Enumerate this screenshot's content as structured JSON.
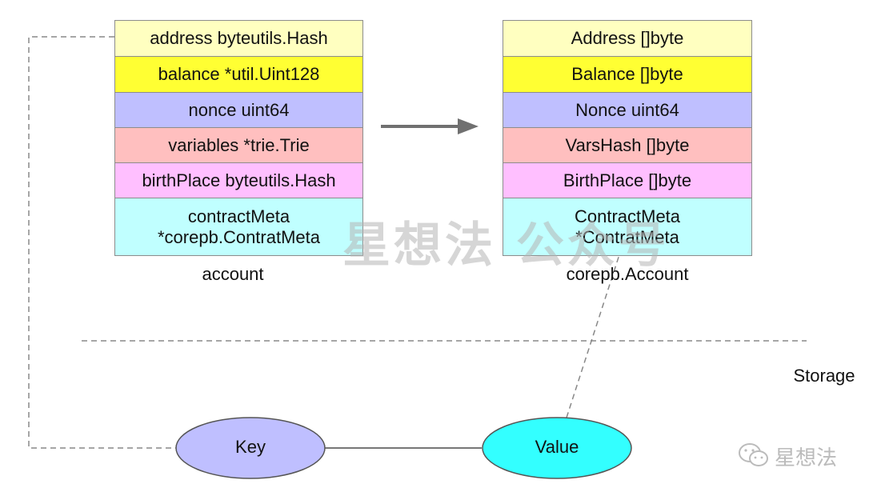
{
  "account_struct": {
    "caption": "account",
    "fields": [
      {
        "label": "address byteutils.Hash",
        "color": "#ffffc0"
      },
      {
        "label": "balance *util.Uint128",
        "color": "#ffff33"
      },
      {
        "label": "nonce uint64",
        "color": "#bfbfff"
      },
      {
        "label": "variables *trie.Trie",
        "color": "#ffbfbf"
      },
      {
        "label": "birthPlace byteutils.Hash",
        "color": "#ffbfff"
      },
      {
        "label": "contractMeta\n*corepb.ContratMeta",
        "color": "#c0ffff"
      }
    ]
  },
  "corepb_struct": {
    "caption": "corepb.Account",
    "fields": [
      {
        "label": "Address []byte",
        "color": "#ffffc0"
      },
      {
        "label": "Balance []byte",
        "color": "#ffff33"
      },
      {
        "label": "Nonce uint64",
        "color": "#bfbfff"
      },
      {
        "label": "VarsHash []byte",
        "color": "#ffbfbf"
      },
      {
        "label": "BirthPlace []byte",
        "color": "#ffbfff"
      },
      {
        "label": "ContractMeta\n*ContratMeta",
        "color": "#c0ffff"
      }
    ]
  },
  "storage_label": "Storage",
  "key_node": {
    "label": "Key",
    "color": "#bfbfff"
  },
  "value_node": {
    "label": "Value",
    "color": "#33ffff"
  },
  "watermark": "星想法 公众号",
  "brand": "星想法",
  "colors": {
    "line": "#777777",
    "arrow": "#707070",
    "dash": "#888888"
  }
}
